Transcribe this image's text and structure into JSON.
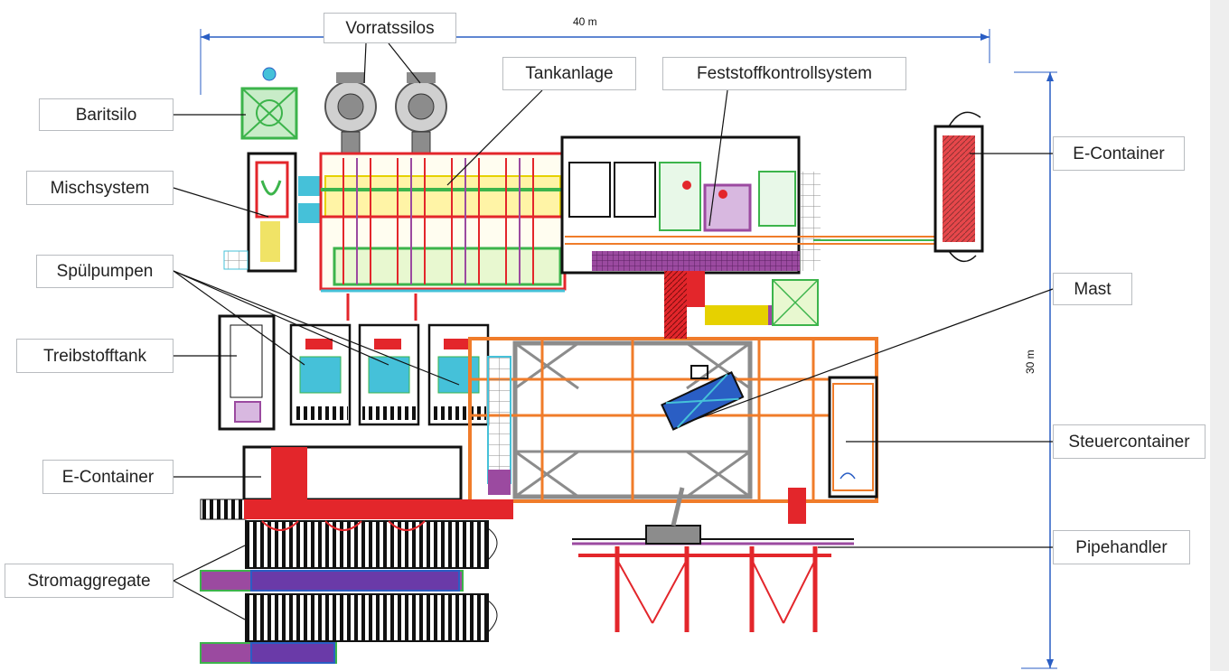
{
  "dimensions": {
    "width_label": "40 m",
    "height_label": "30 m"
  },
  "labels": {
    "vorratssilos": "Vorratssilos",
    "baritsilo": "Baritsilo",
    "tankanlage": "Tankanlage",
    "feststoff": "Feststoffkontrollsystem",
    "mischsystem": "Mischsystem",
    "spuelpumpen": "Spülpumpen",
    "treibstofftank": "Treibstofftank",
    "e_container_left": "E-Container",
    "e_container_right": "E-Container",
    "mast": "Mast",
    "steuercontainer": "Steuercontainer",
    "pipehandler": "Pipehandler",
    "stromaggregate": "Stromaggregate"
  },
  "colors": {
    "background": "#ffffff",
    "label_border": "#b9bcc0",
    "pipe_orange": "#f07c2a",
    "hazard_red": "#e3262b",
    "structure_grey": "#8c8c8c",
    "pump_green": "#3cb44b",
    "control_violet": "#9b4aa0",
    "water_cyan": "#45c1d9",
    "mast_blue": "#2a5ec4",
    "grate_black": "#111111",
    "gauge_yellow": "#e6d100"
  }
}
